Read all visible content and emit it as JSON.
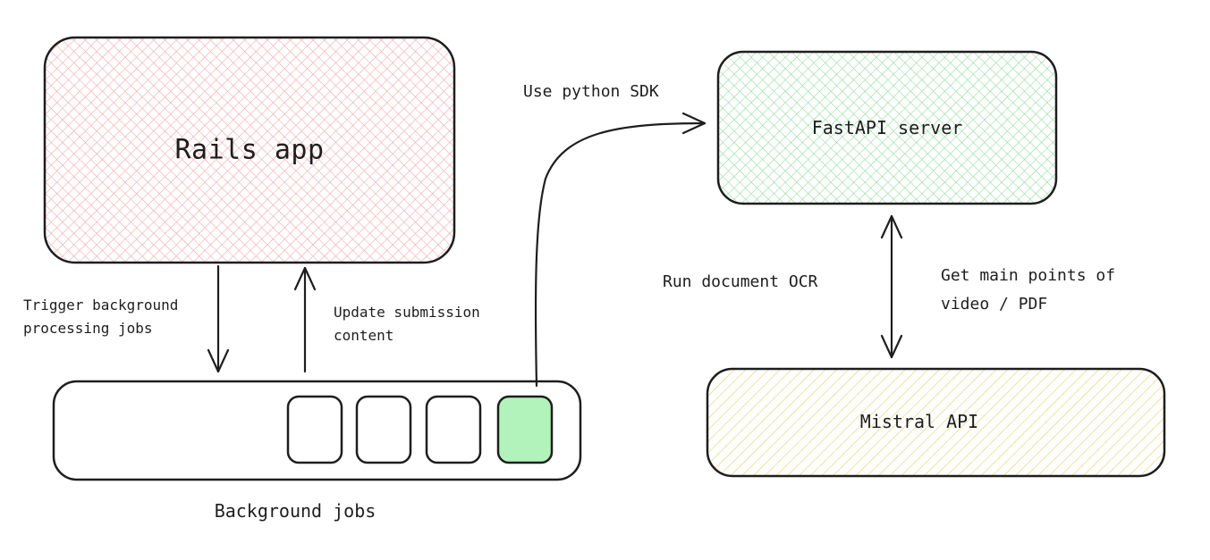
{
  "nodes": {
    "rails_app": {
      "label": "Rails app",
      "fill": "#ffc9c9"
    },
    "fastapi_server": {
      "label": "FastAPI server",
      "fill": "#b2f2bb"
    },
    "mistral_api": {
      "label": "Mistral API",
      "fill": "#ffec99"
    },
    "background_jobs": {
      "label": "Background jobs",
      "active_job_fill": "#b2f2bb"
    }
  },
  "edges": {
    "trigger_jobs": {
      "line1": "Trigger background",
      "line2": "processing jobs"
    },
    "update_submission": {
      "line1": "Update submission",
      "line2": "content"
    },
    "use_python_sdk": {
      "label": "Use python SDK"
    },
    "run_document_ocr": {
      "label": "Run document OCR"
    },
    "get_main_points": {
      "line1": "Get main points of",
      "line2": "video / PDF"
    }
  },
  "colors": {
    "stroke": "#1e1e1e",
    "background": "#ffffff"
  }
}
